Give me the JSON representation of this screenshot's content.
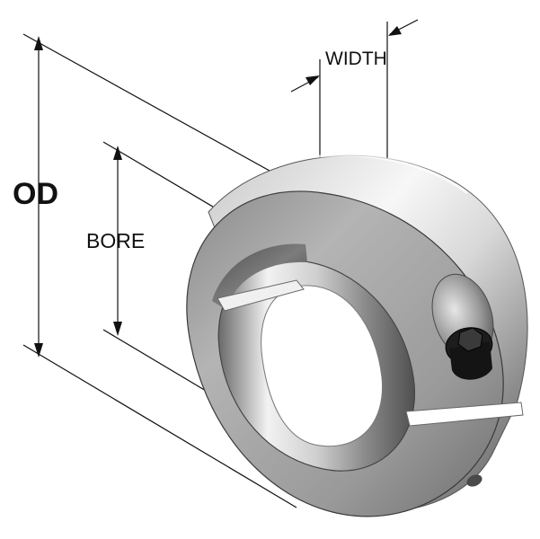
{
  "diagram": {
    "labels": {
      "od": "OD",
      "bore": "BORE",
      "width": "WIDTH"
    },
    "colors": {
      "dimension_line": "#111111",
      "metal_light": "#f4f4f4",
      "metal_mid": "#a9a9a9",
      "metal_dark": "#4a4a4a",
      "background": "#ffffff"
    },
    "icons": [
      "shaft-collar-icon",
      "socket-cap-screw-icon"
    ]
  }
}
